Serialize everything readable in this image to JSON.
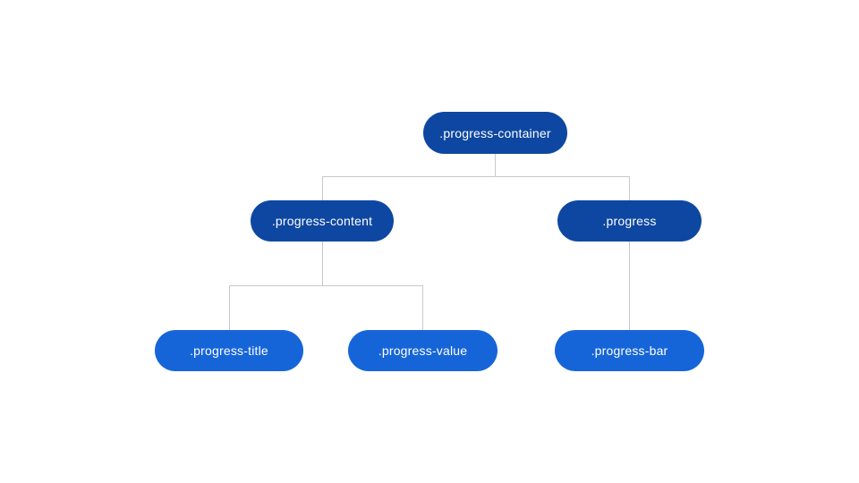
{
  "diagram": {
    "nodes": [
      {
        "id": "progress-container",
        "label": ".progress-container",
        "shade": "dark",
        "level": 1
      },
      {
        "id": "progress-content",
        "label": ".progress-content",
        "shade": "dark",
        "level": 2
      },
      {
        "id": "progress",
        "label": ".progress",
        "shade": "dark",
        "level": 2
      },
      {
        "id": "progress-title",
        "label": ".progress-title",
        "shade": "light",
        "level": 3
      },
      {
        "id": "progress-value",
        "label": ".progress-value",
        "shade": "light",
        "level": 3
      },
      {
        "id": "progress-bar",
        "label": ".progress-bar",
        "shade": "light",
        "level": 3
      }
    ],
    "edges": [
      {
        "from": ".progress-container",
        "to": ".progress-content"
      },
      {
        "from": ".progress-container",
        "to": ".progress"
      },
      {
        "from": ".progress-content",
        "to": ".progress-title"
      },
      {
        "from": ".progress-content",
        "to": ".progress-value"
      },
      {
        "from": ".progress",
        "to": ".progress-bar"
      }
    ]
  },
  "colors": {
    "background": "#ffffff",
    "node_dark": "#0e47a1",
    "node_light": "#1665d8",
    "connector": "#c9c9c9",
    "text": "#ffffff"
  }
}
